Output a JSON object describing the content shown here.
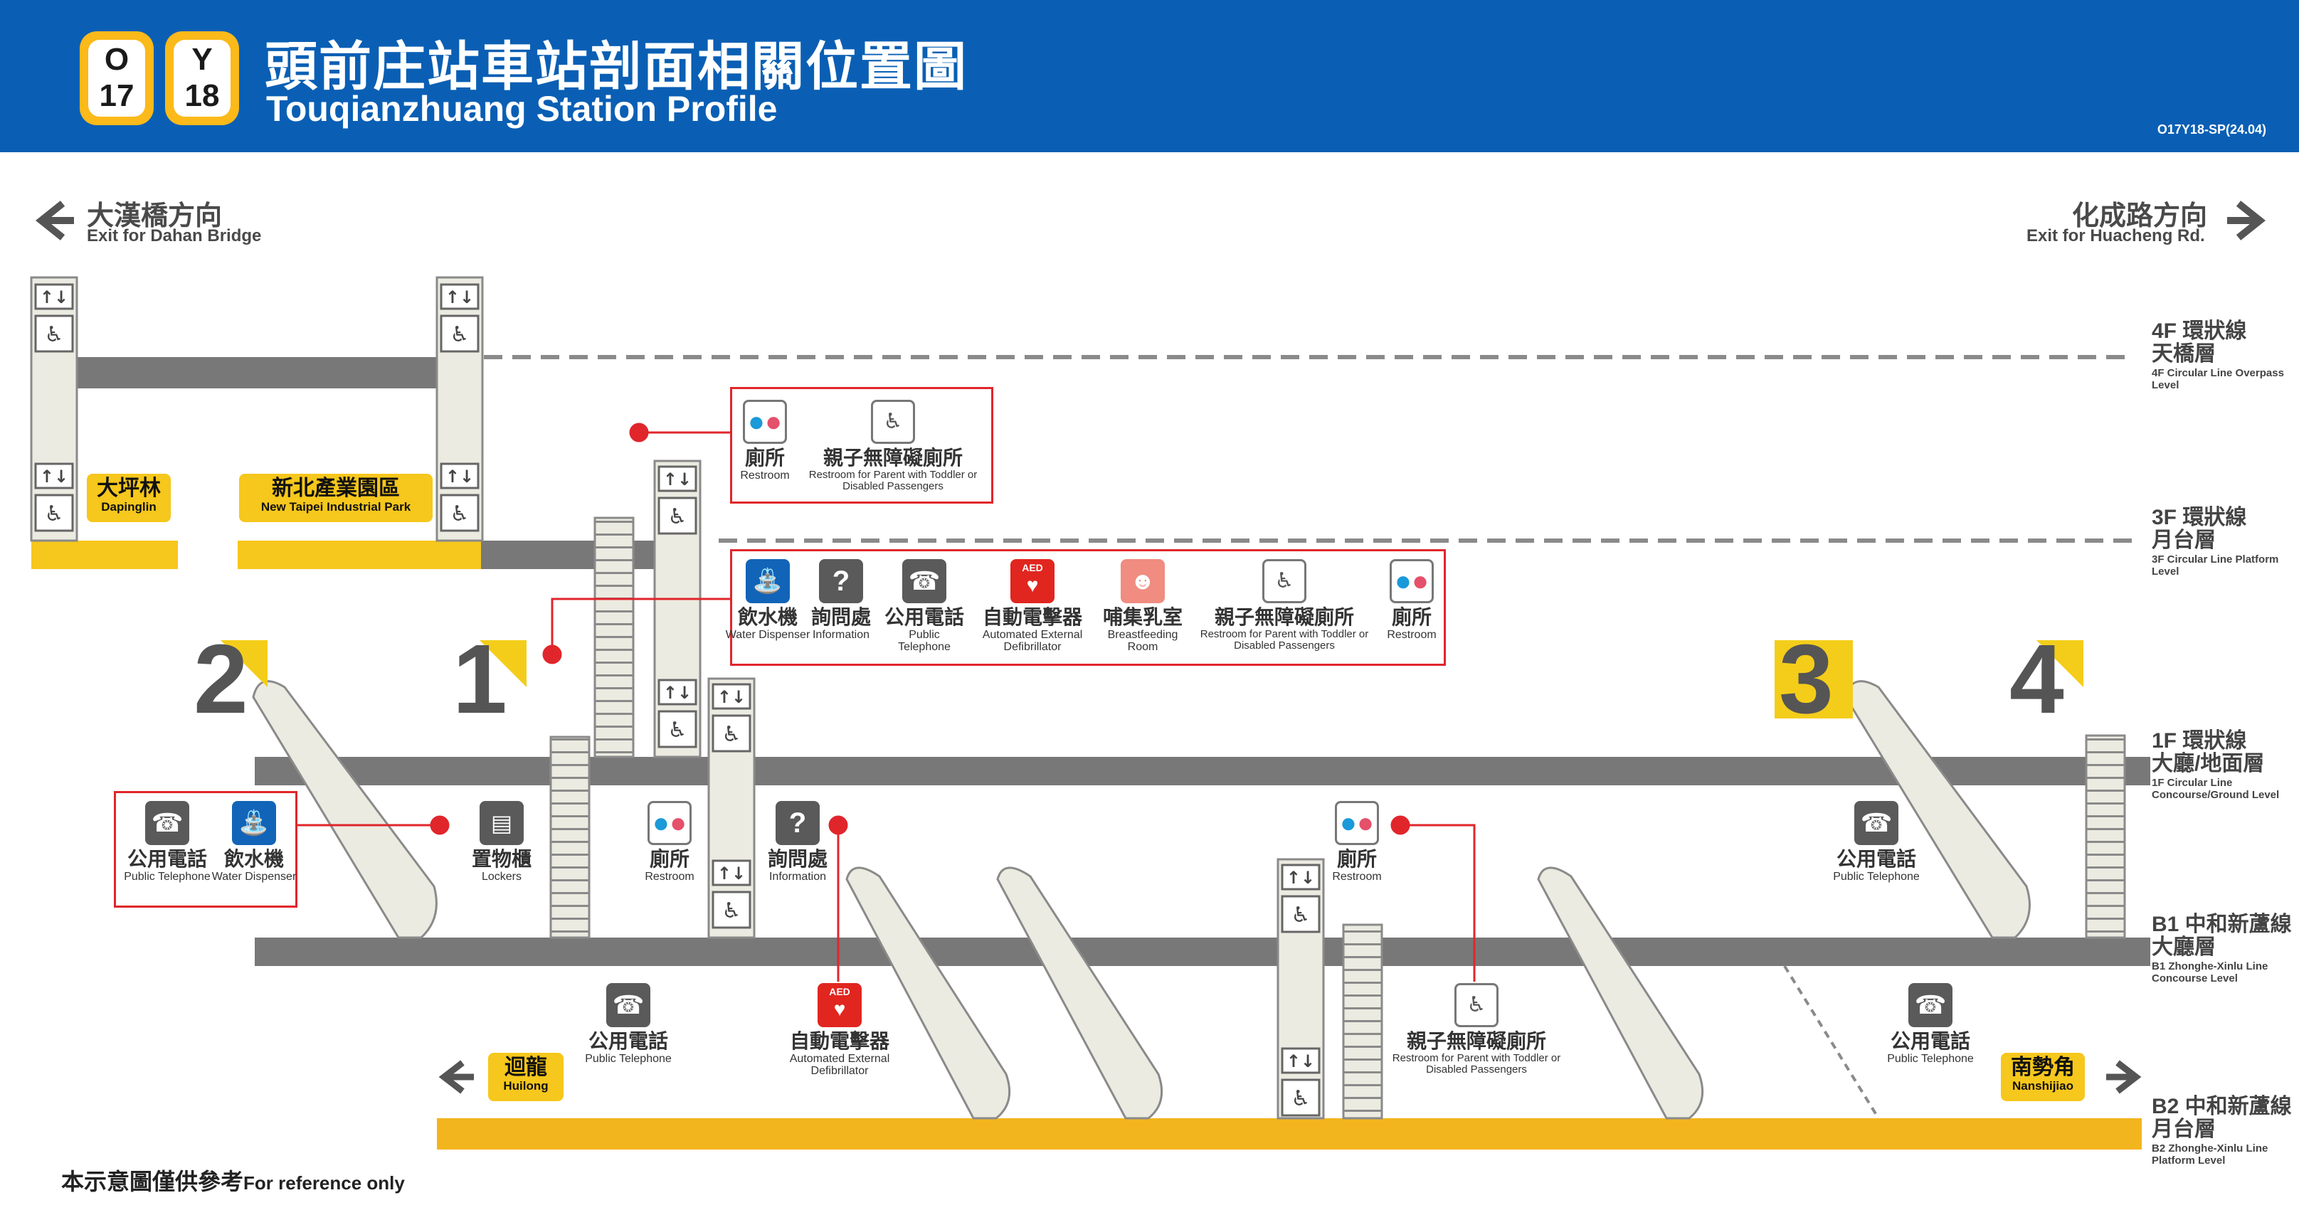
{
  "header": {
    "lines": [
      {
        "letter": "O",
        "number": "17",
        "color": "#fbb91a"
      },
      {
        "letter": "Y",
        "number": "18",
        "color": "#fbb91a"
      }
    ],
    "title_zh": "頭前庄站車站剖面相關位置圖",
    "title_en": "Touqianzhuang Station Profile",
    "code": "O17Y18-SP(24.04)",
    "bg_color": "#0a5fb4"
  },
  "directions": {
    "left": {
      "zh": "大漢橋方向",
      "en": "Exit for Dahan Bridge",
      "icon": "arrow-left-icon"
    },
    "right": {
      "zh": "化成路方向",
      "en": "Exit for Huacheng Rd.",
      "icon": "arrow-right-icon"
    }
  },
  "levels": [
    {
      "id": "4f",
      "zh1": "4F 環狀線",
      "zh2": "天橋層",
      "en": "4F Circular Line Overpass Level"
    },
    {
      "id": "3f",
      "zh1": "3F 環狀線",
      "zh2": "月台層",
      "en": "3F Circular Line Platform Level"
    },
    {
      "id": "1f",
      "zh1": "1F 環狀線",
      "zh2": "大廳/地面層",
      "en": "1F Circular Line Concourse/Ground Level"
    },
    {
      "id": "b1",
      "zh1": "B1 中和新蘆線",
      "zh2": "大廳層",
      "en": "B1 Zhonghe-Xinlu Line Concourse Level"
    },
    {
      "id": "b2",
      "zh1": "B2 中和新蘆線",
      "zh2": "月台層",
      "en": "B2 Zhonghe-Xinlu Line Platform Level"
    }
  ],
  "exits": [
    "2",
    "1",
    "3",
    "4"
  ],
  "stations": {
    "dapinglin": {
      "zh": "大坪林",
      "en": "Dapinglin"
    },
    "new_taipei": {
      "zh": "新北產業園區",
      "en": "New Taipei Industrial Park"
    },
    "huilong": {
      "zh": "迴龍",
      "en": "Huilong"
    },
    "nanshijiao": {
      "zh": "南勢角",
      "en": "Nanshijiao"
    }
  },
  "facilities": {
    "restroom": {
      "zh": "廁所",
      "en": "Restroom",
      "icon": "restroom-icon"
    },
    "family_restroom": {
      "zh": "親子無障礙廁所",
      "en": "Restroom for Parent with Toddler or Disabled Passengers",
      "icon": "family-restroom-icon"
    },
    "water": {
      "zh": "飲水機",
      "en": "Water Dispenser",
      "icon": "water-dispenser-icon"
    },
    "info": {
      "zh": "詢問處",
      "en": "Information",
      "icon": "information-icon"
    },
    "phone": {
      "zh": "公用電話",
      "en": "Public Telephone",
      "icon": "telephone-icon"
    },
    "aed": {
      "zh": "自動電擊器",
      "en": "Automated External Defibrillator",
      "icon": "aed-icon",
      "label": "AED"
    },
    "breastfeeding": {
      "zh": "哺集乳室",
      "en": "Breastfeeding Room",
      "icon": "breastfeeding-icon"
    },
    "lockers": {
      "zh": "置物櫃",
      "en": "Lockers",
      "icon": "locker-icon"
    }
  },
  "footer": {
    "zh": "本示意圖僅供參考",
    "en": "For reference only"
  },
  "colors": {
    "platform_yellow": "#f6c71c",
    "b2_platform": "#f3b51e",
    "floor_gray": "#787878",
    "cream": "#ecebe1",
    "callout_red": "#e0262b"
  }
}
